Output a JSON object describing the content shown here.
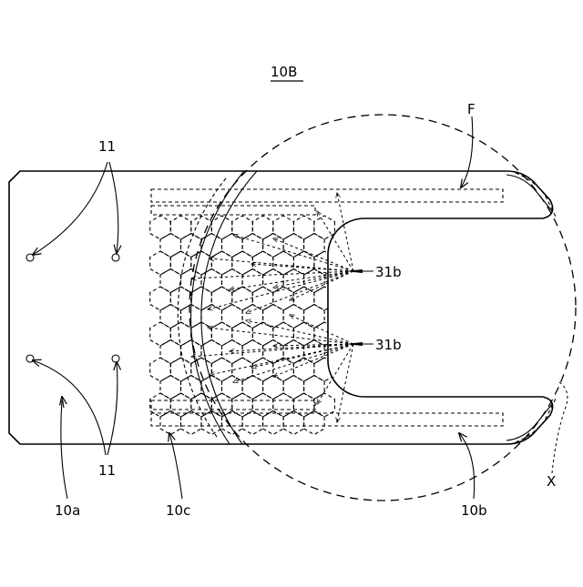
{
  "labels": {
    "figure_ref": "10B",
    "film": "F",
    "holes_upper": "11",
    "holes_lower": "11",
    "lamp_upper": "31b",
    "lamp_lower": "31b",
    "part_a": "10a",
    "part_c": "10c",
    "part_b": "10b",
    "axis": "X"
  }
}
